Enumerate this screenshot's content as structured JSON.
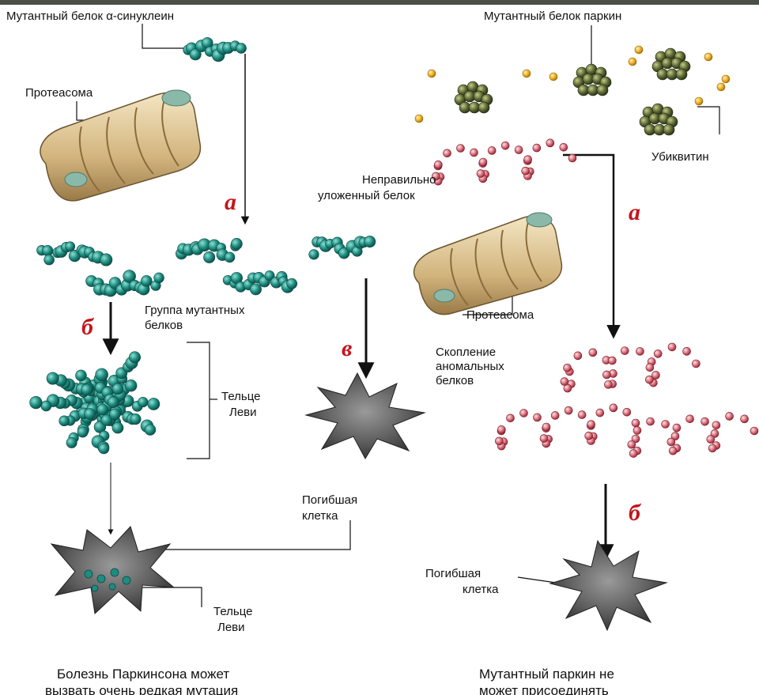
{
  "labels": {
    "alpha_synuclein": "Мутантный белок α-синуклеин",
    "parkin": "Мутантный белок паркин",
    "proteasome_left": "Протеасома",
    "ubiquitin": "Убиквитин",
    "misfolded_line1": "Неправильно",
    "misfolded_line2": "уложенный белок",
    "group_line1": "Группа мутантных",
    "group_line2": "белков",
    "proteasome_right": "Протеасома",
    "accum_line1": "Скопление",
    "accum_line2": "аномальных",
    "accum_line3": "белков",
    "lewy_mid_line1": "Тельце",
    "lewy_mid_line2": "Леви",
    "dead_mid_line1": "Погибшая",
    "dead_mid_line2": "клетка",
    "lewy_bottom_line1": "Тельце",
    "lewy_bottom_line2": "Леви",
    "dead_right_line1": "Погибшая",
    "dead_right_line2": "клетка"
  },
  "steps": {
    "left_a": "а",
    "left_b": "б",
    "left_v": "в",
    "right_a": "а",
    "right_b": "б"
  },
  "captions": {
    "left_line1": "Болезнь Паркинсона может",
    "left_line2": "вызвать очень редкая мутация",
    "right_line1": "Мутантный паркин не",
    "right_line2": "может присоединять"
  },
  "colors": {
    "teal": "#1e8c80",
    "teal_dark": "#0f5f56",
    "bead_red": "#c23a4d",
    "bead_light": "#f0c9c9",
    "ubiquitin": "#e8a81a",
    "proteasome": "#d9c08e",
    "cell": "#5d5d5d",
    "step_red": "#c4151c"
  }
}
